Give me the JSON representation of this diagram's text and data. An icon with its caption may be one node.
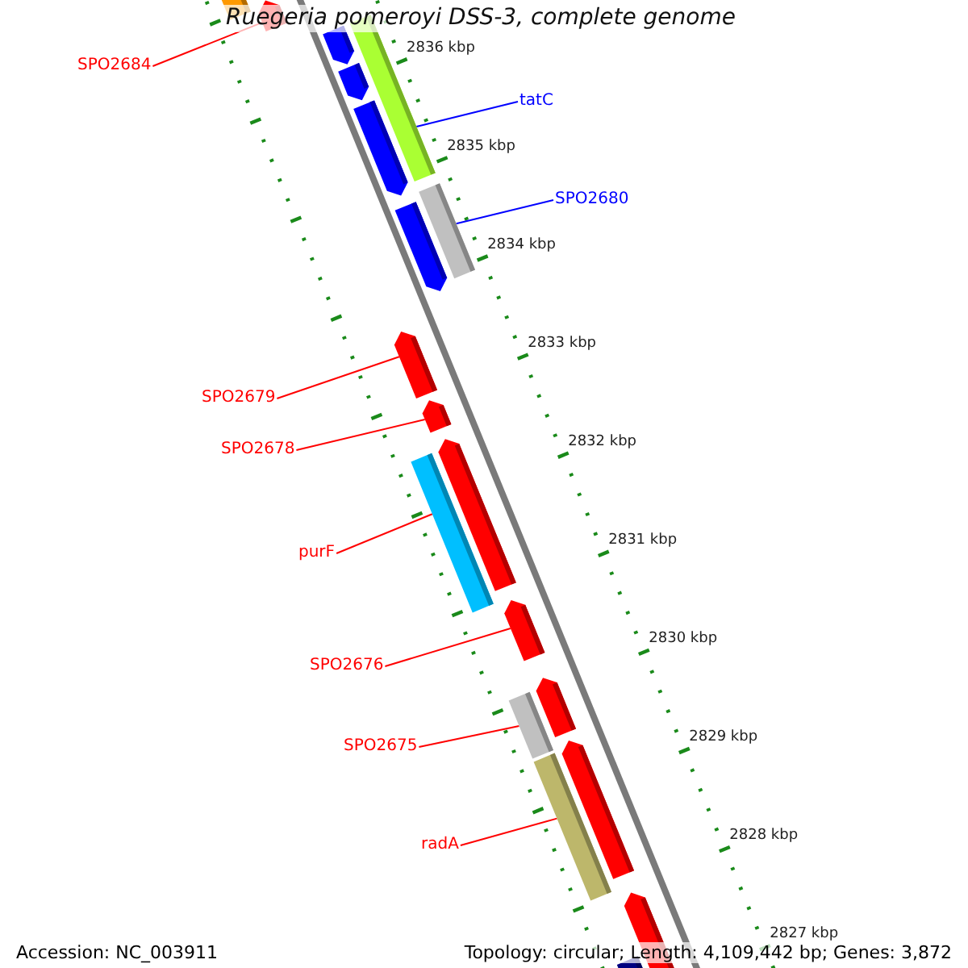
{
  "diagram": {
    "title": "Ruegeria pomeroyi DSS-3, complete genome",
    "nodes": [
      {
        "text": [
          "SPO2684"
        ]
      },
      {
        "text": [],
        "shape": "arrow"
      },
      {
        "text": [
          "tatC"
        ]
      },
      {
        "text": [],
        "shape": "bar"
      },
      {
        "text": [
          "SPO2680"
        ]
      },
      {
        "text": [],
        "shape": "bar"
      },
      {
        "text": [
          "SPO2679"
        ]
      },
      {
        "text": [],
        "shape": "arrow"
      },
      {
        "text": [
          "SPO2678"
        ]
      },
      {
        "text": [],
        "shape": "arrow"
      },
      {
        "text": [
          "purF"
        ]
      },
      {
        "text": [],
        "shape": "bar"
      },
      {
        "text": [
          "SPO2676"
        ]
      },
      {
        "text": [],
        "shape": "arrow"
      },
      {
        "text": [
          "SPO2675"
        ]
      },
      {
        "text": [],
        "shape": "bar"
      },
      {
        "text": [
          "radA"
        ]
      },
      {
        "text": [],
        "shape": "bar"
      }
    ],
    "edges": [
      {
        "from": 0,
        "to": 1,
        "arrow": "none"
      },
      {
        "from": 2,
        "to": 3,
        "arrow": "none",
        "color": "#0000ff"
      },
      {
        "from": 4,
        "to": 5,
        "arrow": "none",
        "color": "#0000ff"
      },
      {
        "from": 6,
        "to": 7,
        "arrow": "none"
      },
      {
        "from": 8,
        "to": 9,
        "arrow": "none"
      },
      {
        "from": 10,
        "to": 11,
        "arrow": "none"
      },
      {
        "from": 12,
        "to": 13,
        "arrow": "none"
      },
      {
        "from": 14,
        "to": 15,
        "arrow": "none"
      },
      {
        "from": 16,
        "to": 17,
        "arrow": "none"
      }
    ],
    "labels": [
      "2836 kbp",
      "2835 kbp",
      "2834 kbp",
      "2833 kbp",
      "2832 kbp",
      "2831 kbp",
      "2830 kbp",
      "2829 kbp",
      "2828 kbp",
      "2827 kbp",
      "Accession: NC_003911",
      "Topology: circular; Length: 4,109,442 bp; Genes: 3,872"
    ]
  }
}
